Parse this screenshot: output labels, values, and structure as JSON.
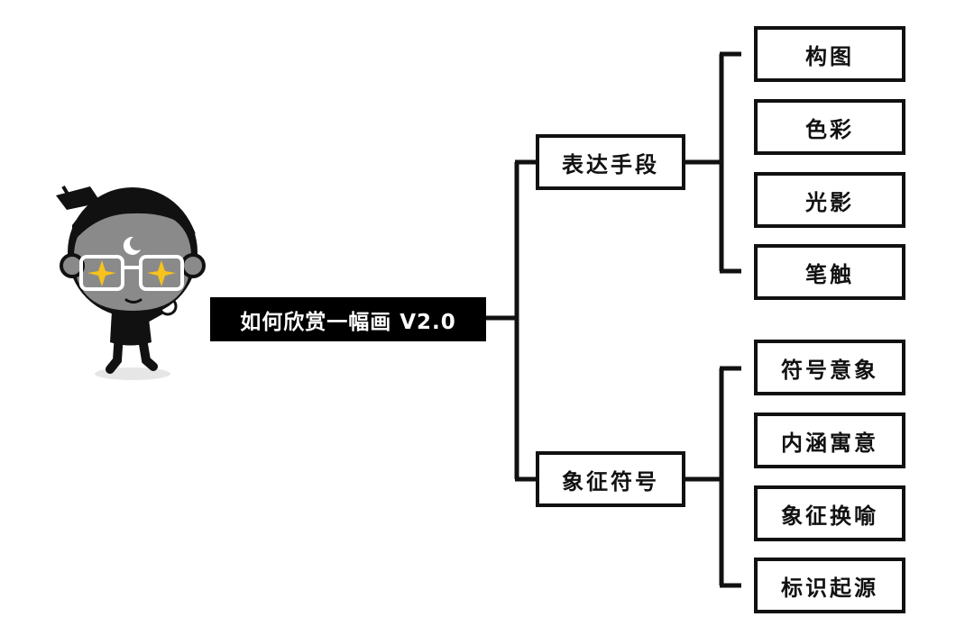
{
  "root": {
    "label": "如何欣赏一幅画 V2.0"
  },
  "branches": [
    {
      "label": "表达手段",
      "leaves": [
        "构图",
        "色彩",
        "光影",
        "笔触"
      ]
    },
    {
      "label": "象征符号",
      "leaves": [
        "符号意象",
        "内涵寓意",
        "象征换喻",
        "标识起源"
      ]
    }
  ],
  "colors": {
    "line": "#111111",
    "root_bg": "#000000",
    "face": "#8a8a8a",
    "stars": "#f7c21b"
  }
}
